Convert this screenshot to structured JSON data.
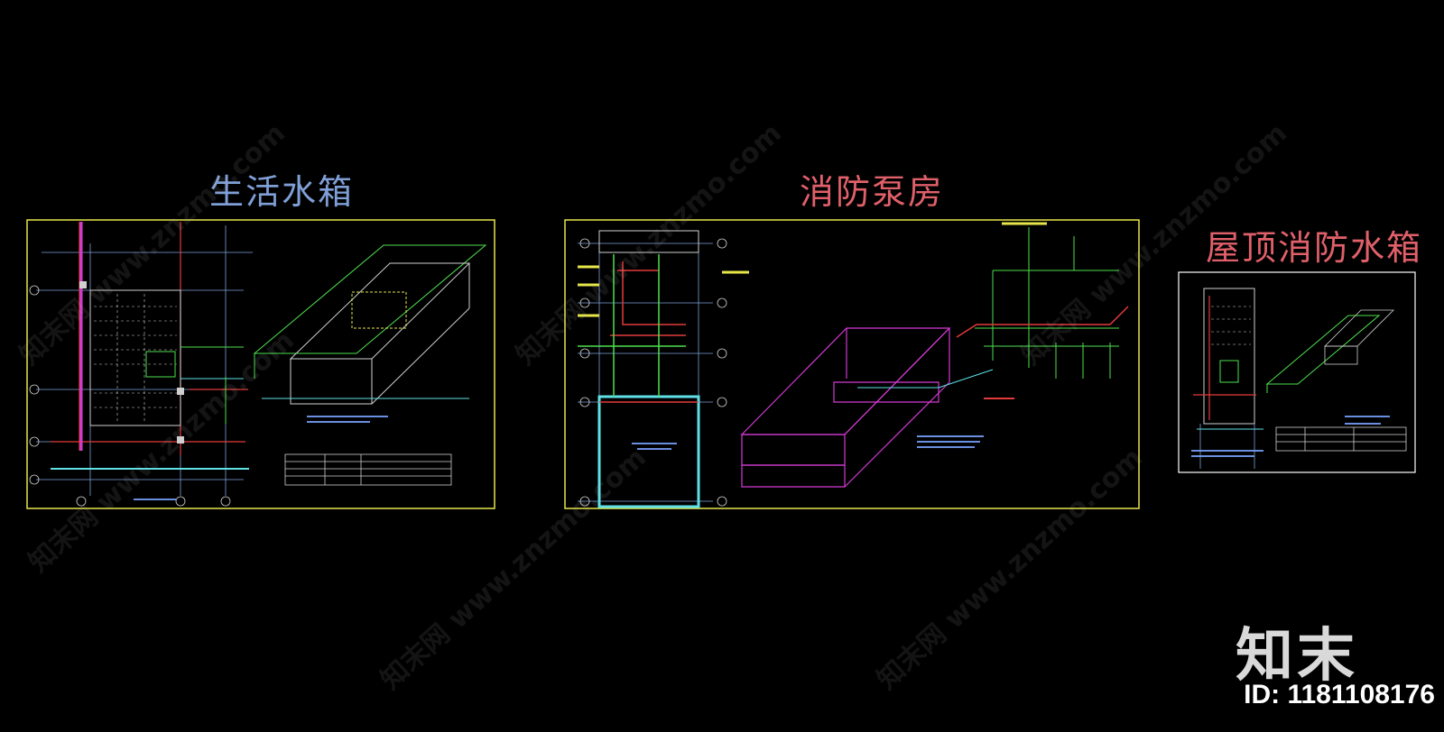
{
  "titles": {
    "domestic_tank": "生活水箱",
    "fire_pump_room": "消防泵房",
    "roof_fire_tank": "屋顶消防水箱"
  },
  "watermark": "知末网 www.znzmo.com",
  "brand": {
    "logo": "知末",
    "id_text": "ID: 1181108176"
  },
  "colors": {
    "background": "#000000",
    "frame_yellow": "#e6e64a",
    "frame_white": "#ffffff",
    "pipe_red": "#e23a3a",
    "pipe_green": "#4ee04e",
    "pipe_cyan": "#5ee0e6",
    "tank_magenta": "#d23ad2",
    "annotation_blue": "#6a8fe0"
  }
}
